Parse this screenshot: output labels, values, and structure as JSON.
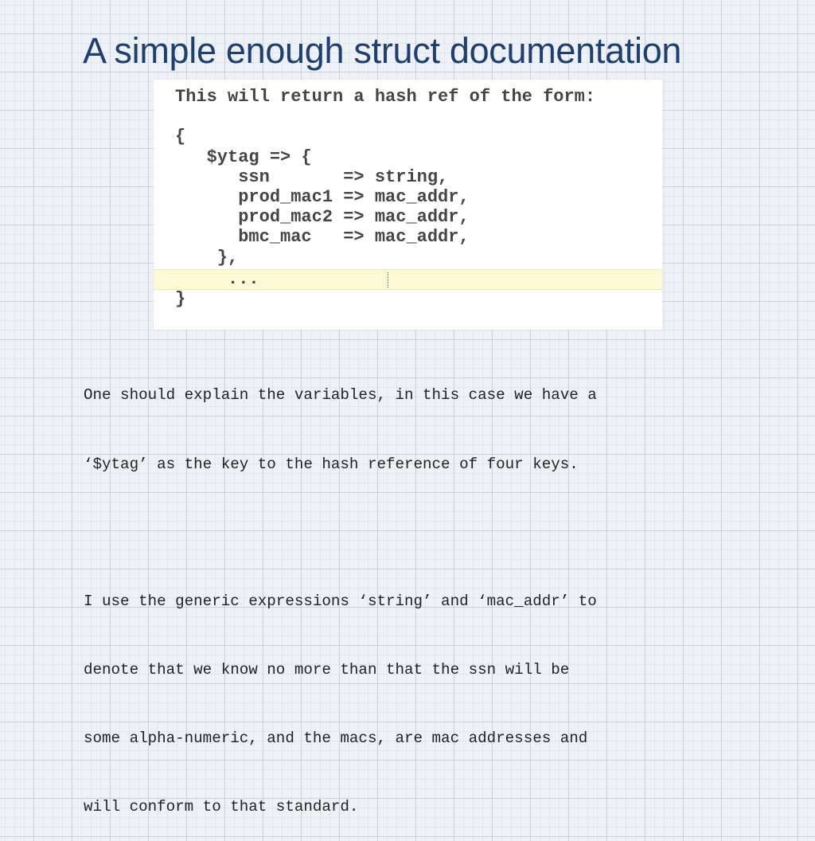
{
  "slide": {
    "title": "A simple enough struct documentation"
  },
  "code": {
    "lines": [
      "This will return a hash ref of the form:",
      "",
      "{",
      "   $ytag => {",
      "      ssn       => string,",
      "      prod_mac1 => mac_addr,",
      "      prod_mac2 => mac_addr,",
      "      bmc_mac   => mac_addr,",
      "    },",
      "     ...",
      "}"
    ],
    "highlighted_line": 9
  },
  "body": {
    "paragraph1": [
      "One should explain the variables, in this case we have a",
      "‘$ytag’ as the key to the hash reference of four keys."
    ],
    "paragraph2": [
      "I use the generic expressions ‘string’ and ‘mac_addr’ to",
      "denote that we know no more than that the ssn will be",
      "some alpha-numeric, and the macs, are mac addresses and",
      "will conform to that standard."
    ]
  }
}
